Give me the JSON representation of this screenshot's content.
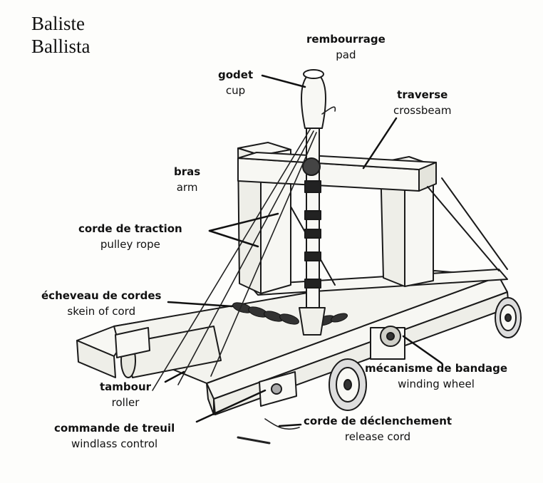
{
  "title": {
    "fr": "Baliste",
    "en": "Ballista"
  },
  "parts": [
    {
      "id": "pad",
      "fr": "rembourrage",
      "en": "pad"
    },
    {
      "id": "cup",
      "fr": "godet",
      "en": "cup"
    },
    {
      "id": "crossbeam",
      "fr": "traverse",
      "en": "crossbeam"
    },
    {
      "id": "arm",
      "fr": "bras",
      "en": "arm"
    },
    {
      "id": "pulley-rope",
      "fr": "corde de traction",
      "en": "pulley rope"
    },
    {
      "id": "skein",
      "fr": "écheveau de cordes",
      "en": "skein of cord"
    },
    {
      "id": "winding-wheel",
      "fr": "mécanisme de bandage",
      "en": "winding wheel"
    },
    {
      "id": "roller",
      "fr": "tambour",
      "en": "roller"
    },
    {
      "id": "windlass",
      "fr": "commande de treuil",
      "en": "windlass control"
    },
    {
      "id": "release-cord",
      "fr": "corde de déclenchement",
      "en": "release cord"
    }
  ]
}
